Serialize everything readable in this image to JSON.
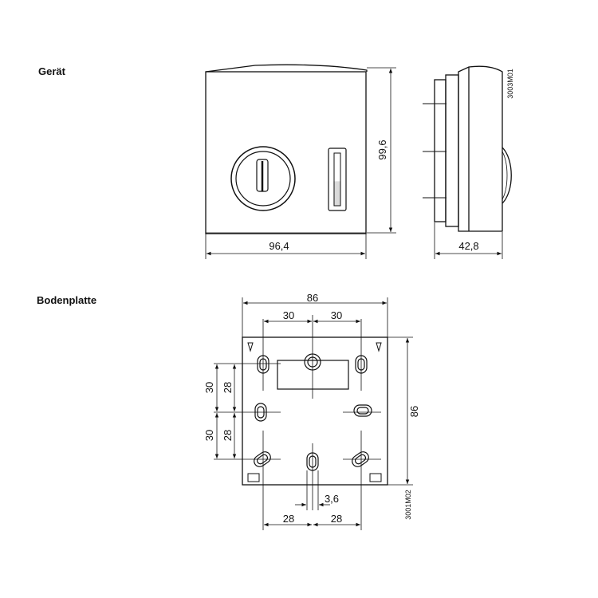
{
  "sections": {
    "device_title": "Gerät",
    "base_title": "Bodenplatte"
  },
  "device": {
    "width": "96,4",
    "height": "99,6",
    "depth": "42,8",
    "drawing_code": "3003M01"
  },
  "base": {
    "overall_width": "86",
    "overall_height": "86",
    "top_left_spacing": "30",
    "top_right_spacing": "30",
    "left_outer_upper": "30",
    "left_outer_lower": "30",
    "left_inner_upper": "28",
    "left_inner_lower": "28",
    "small_gap": "3,6",
    "bottom_left": "28",
    "bottom_right": "28",
    "drawing_code": "3001M02"
  },
  "colors": {
    "line": "#111111",
    "background": "#ffffff"
  }
}
